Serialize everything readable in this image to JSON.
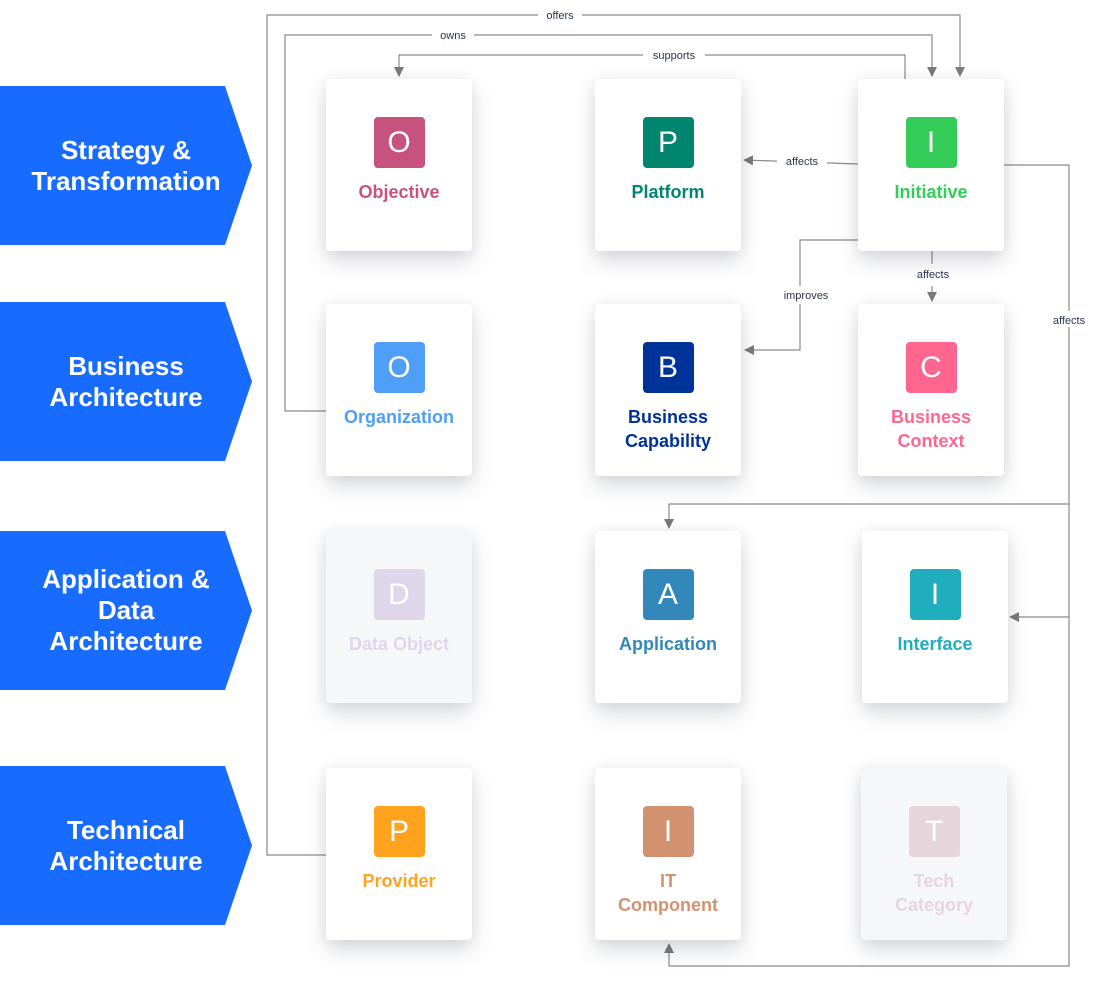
{
  "layers": [
    {
      "id": "strategy",
      "label": "Strategy &\nTransformation"
    },
    {
      "id": "business",
      "label": "Business\nArchitecture"
    },
    {
      "id": "application",
      "label": "Application &\nData\nArchitecture"
    },
    {
      "id": "technical",
      "label": "Technical\nArchitecture"
    }
  ],
  "layer_color": "#176cff",
  "cards": [
    {
      "id": "objective",
      "letter": "O",
      "label": "Objective",
      "color": "#c8527e",
      "faded": false
    },
    {
      "id": "platform",
      "letter": "P",
      "label": "Platform",
      "color": "#00856f",
      "faded": false
    },
    {
      "id": "initiative",
      "letter": "I",
      "label": "Initiative",
      "color": "#33cc58",
      "faded": false
    },
    {
      "id": "organization",
      "letter": "O",
      "label": "Organization",
      "color": "#4f9ef8",
      "faded": false
    },
    {
      "id": "business-capability",
      "letter": "B",
      "label": "Business\nCapability",
      "color": "#003399",
      "faded": false
    },
    {
      "id": "business-context",
      "letter": "C",
      "label": "Business\nContext",
      "color": "#fe6690",
      "faded": false
    },
    {
      "id": "data-object",
      "letter": "D",
      "label": "Data Object",
      "color": "#e0d6ec",
      "faded": true
    },
    {
      "id": "application",
      "letter": "A",
      "label": "Application",
      "color": "#3388bb",
      "faded": false
    },
    {
      "id": "interface",
      "letter": "I",
      "label": "Interface",
      "color": "#20aebf",
      "faded": false
    },
    {
      "id": "provider",
      "letter": "P",
      "label": "Provider",
      "color": "#ffa31f",
      "faded": false
    },
    {
      "id": "it-component",
      "letter": "I",
      "label": "IT\nComponent",
      "color": "#d29270",
      "faded": false
    },
    {
      "id": "tech-category",
      "letter": "T",
      "label": "Tech\nCategory",
      "color": "#e6d5db",
      "faded": true
    }
  ],
  "relations": [
    {
      "label": "offers",
      "from": "provider",
      "to": "initiative"
    },
    {
      "label": "owns",
      "from": "organization",
      "to": "initiative"
    },
    {
      "label": "supports",
      "from": "initiative",
      "to": "objective"
    },
    {
      "label": "affects",
      "from": "initiative",
      "to": "platform"
    },
    {
      "label": "improves",
      "from": "initiative",
      "to": "business-capability"
    },
    {
      "label": "affects",
      "from": "initiative",
      "to": "business-context"
    },
    {
      "label": "affects",
      "from": "initiative",
      "to": "application"
    },
    {
      "label": "",
      "from": "initiative",
      "to": "interface"
    },
    {
      "label": "",
      "from": "initiative",
      "to": "it-component"
    }
  ],
  "edge_color": "#8a8a8a"
}
